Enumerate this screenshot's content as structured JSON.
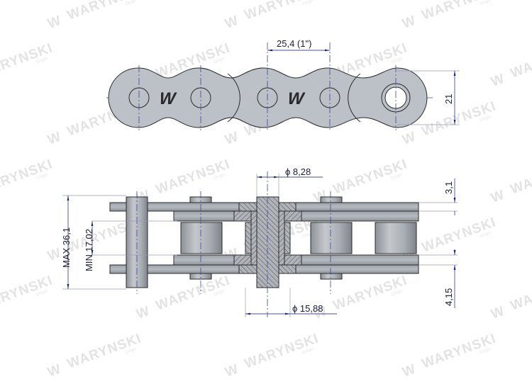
{
  "watermark": {
    "brand": "WARYNSKI",
    "sub": "Origin",
    "color": "#e3e3e3"
  },
  "top_view": {
    "pitch_label": "25,4  (1\")",
    "height_label": "21",
    "logo": "W"
  },
  "side_view": {
    "pin_diameter_label": "ϕ 8,28",
    "roller_diameter_label": "ϕ 15,88",
    "max_width_label": "MAX 36,1",
    "min_inner_width_label": "MIN 17,02",
    "plate_thickness_top_label": "3,1",
    "plate_thickness_bottom_label": "4,15"
  },
  "colors": {
    "plate_fill": "#b9bec6",
    "dimension_line": "#4a4f8c",
    "center_line": "#3c45a0",
    "text": "#1a1a3a"
  }
}
